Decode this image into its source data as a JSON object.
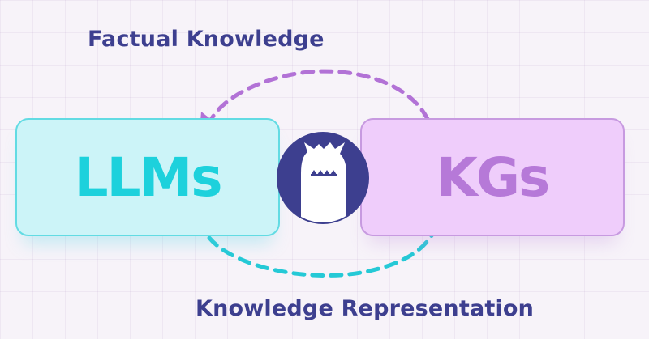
{
  "diagram": {
    "top_arrow_label": "Factual Knowledge",
    "bottom_arrow_label": "Knowledge Representation",
    "left_node": {
      "label": "LLMs"
    },
    "right_node": {
      "label": "KGs"
    },
    "center_icon": "monster-mascot-icon"
  },
  "colors": {
    "label_text": "#3d3f8f",
    "llms_fill": "#ccf4f8",
    "llms_border": "#62dbe3",
    "llms_text": "#1dd1dc",
    "kgs_fill": "#efcdfb",
    "kgs_border": "#c79ae0",
    "kgs_text": "#b679d8",
    "top_arrow": "#b272d6",
    "bottom_arrow": "#25c9d6",
    "mascot_circle": "#3d3f8f",
    "mascot_body": "#ffffff"
  }
}
